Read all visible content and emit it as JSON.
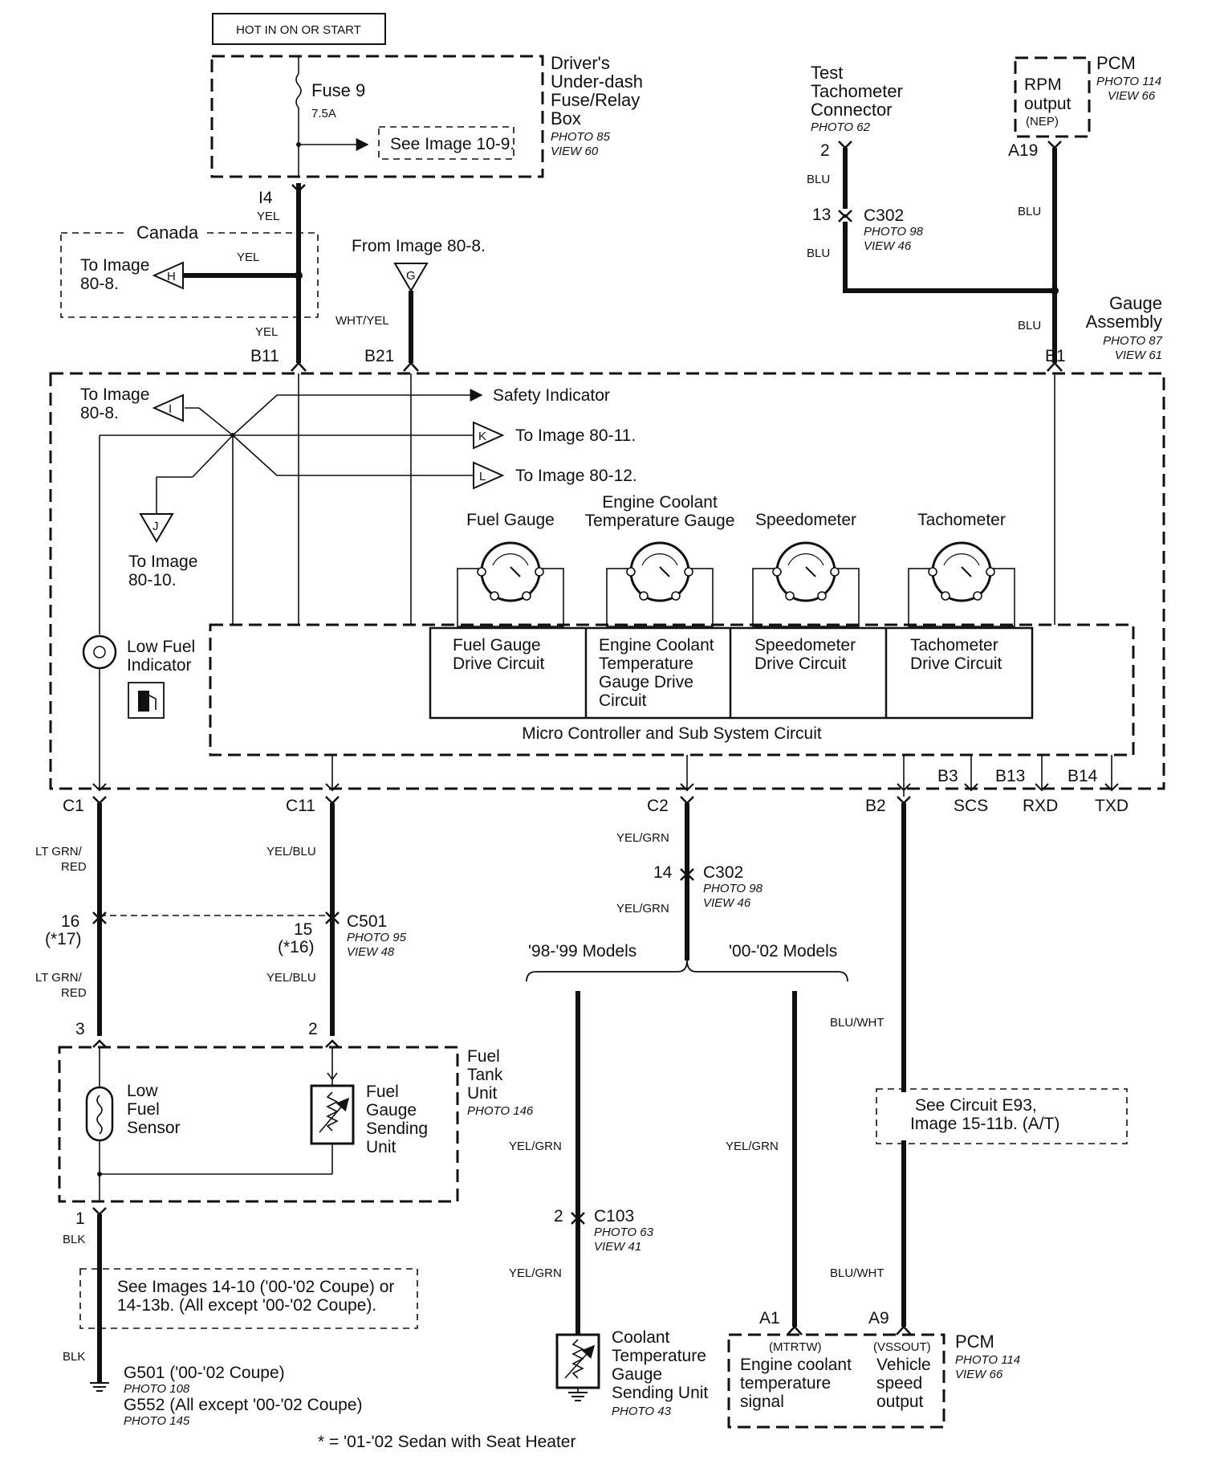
{
  "header": {
    "power_label": "HOT IN ON OR START"
  },
  "fuse_box": {
    "fuse_name": "Fuse 9",
    "fuse_rating": "7.5A",
    "see_ref": "See Image 10-9.",
    "name_lines": [
      "Driver's",
      "Under-dash",
      "Fuse/Relay",
      "Box"
    ],
    "photo": "PHOTO 85",
    "view": "VIEW 60"
  },
  "canada": {
    "label": "Canada",
    "to_image": [
      "To Image",
      "80-8."
    ],
    "flag": "H",
    "wire": "YEL"
  },
  "left_feed": {
    "pin_top": "I4",
    "wire_top": "YEL",
    "wire_bottom": "YEL",
    "pin": "B11"
  },
  "from_image": {
    "label": "From Image 80-8.",
    "flag": "G",
    "wire": "WHT/YEL",
    "pin": "B21"
  },
  "tach_connector": {
    "name_lines": [
      "Test",
      "Tachometer",
      "Connector"
    ],
    "photo": "PHOTO 62",
    "pin": "2",
    "wire_top": "BLU",
    "conn_pin": "13",
    "conn_name": "C302",
    "conn_photo": "PHOTO 98",
    "conn_view": "VIEW 46",
    "wire_bottom": "BLU"
  },
  "pcm_top": {
    "box_lines": [
      "RPM",
      "output"
    ],
    "signal": "(NEP)",
    "name": "PCM",
    "photo": "PHOTO 114",
    "view": "VIEW 66",
    "pin": "A19",
    "wire": "BLU"
  },
  "gauge_assembly": {
    "name_lines": [
      "Gauge",
      "Assembly"
    ],
    "photo": "PHOTO 87",
    "view": "VIEW 61",
    "wire": "BLU",
    "pin": "B1"
  },
  "inside": {
    "safety": "Safety Indicator",
    "to_i": [
      "To Image",
      "80-8."
    ],
    "flag_i": "I",
    "flag_k": "K",
    "to_k": "To Image 80-11.",
    "flag_l": "L",
    "to_l": "To Image 80-12.",
    "flag_j": "J",
    "to_j": [
      "To Image",
      "80-10."
    ],
    "low_fuel_indicator": [
      "Low Fuel",
      "Indicator"
    ],
    "gauges": [
      {
        "label": [
          "Fuel Gauge"
        ]
      },
      {
        "label": [
          "Engine Coolant",
          "Temperature Gauge"
        ]
      },
      {
        "label": [
          "Speedometer"
        ]
      },
      {
        "label": [
          "Tachometer"
        ]
      }
    ],
    "drives": [
      {
        "label": [
          "Fuel Gauge",
          "Drive Circuit"
        ]
      },
      {
        "label": [
          "Engine Coolant",
          "Temperature",
          "Gauge Drive",
          "Circuit"
        ]
      },
      {
        "label": [
          "Speedometer",
          "Drive Circuit"
        ]
      },
      {
        "label": [
          "Tachometer",
          "Drive Circuit"
        ]
      }
    ],
    "micro": "Micro Controller and Sub System Circuit"
  },
  "bottom_pins": {
    "c1": "C1",
    "c11": "C11",
    "c2": "C2",
    "b2": "B2",
    "b3": "B3",
    "b13": "B13",
    "b14": "B14",
    "scs": "SCS",
    "rxd": "RXD",
    "txd": "TXD"
  },
  "c501": {
    "wire_c1": [
      "LT GRN/",
      "RED"
    ],
    "wire_c11": "YEL/BLU",
    "pin_left": "16",
    "pin_left_alt": "(*17)",
    "pin_right": "15",
    "pin_right_alt": "(*16)",
    "name": "C501",
    "photo": "PHOTO 95",
    "view": "VIEW 48",
    "wire_c1_below": [
      "LT GRN/",
      "RED"
    ],
    "wire_c11_below": "YEL/BLU"
  },
  "fuel_tank": {
    "pin_left": "3",
    "pin_right": "2",
    "name_lines": [
      "Fuel",
      "Tank",
      "Unit"
    ],
    "photo": "PHOTO 146",
    "sensor": [
      "Low",
      "Fuel",
      "Sensor"
    ],
    "sender": [
      "Fuel",
      "Gauge",
      "Sending",
      "Unit"
    ],
    "pin_bottom": "1",
    "wire_bottom": "BLK"
  },
  "ground": {
    "see": [
      "See Images 14-10 ('00-'02 Coupe) or",
      "14-13b. (All except '00-'02 Coupe)."
    ],
    "wire": "BLK",
    "g501": "G501 ('00-'02 Coupe)",
    "g501_photo": "PHOTO 108",
    "g552": "G552 (All except '00-'02 Coupe)",
    "g552_photo": "PHOTO 145"
  },
  "footnote": "* = '01-'02 Sedan with Seat Heater",
  "c2_branch": {
    "wire_top": "YEL/GRN",
    "pin": "14",
    "name": "C302",
    "photo": "PHOTO 98",
    "view": "VIEW 46",
    "wire_below": "YEL/GRN",
    "models_98": "'98-'99 Models",
    "models_00": "'00-'02 Models",
    "wire_left": "YEL/GRN",
    "wire_right": "YEL/GRN",
    "c103_pin": "2",
    "c103_name": "C103",
    "c103_photo": "PHOTO 63",
    "c103_view": "VIEW 41",
    "wire_left_below": "YEL/GRN",
    "sender": [
      "Coolant",
      "Temperature",
      "Gauge",
      "Sending Unit"
    ],
    "sender_photo": "PHOTO 43"
  },
  "b2_branch": {
    "wire": "BLU/WHT",
    "see": [
      "See Circuit E93,",
      "Image 15-11b. (A/T)"
    ],
    "wire_below": "BLU/WHT"
  },
  "pcm_bottom": {
    "pin_a1": "A1",
    "pin_a9": "A9",
    "sig1": "(MTRTW)",
    "sig1_lines": [
      "Engine coolant",
      "temperature",
      "signal"
    ],
    "sig2": "(VSSOUT)",
    "sig2_lines": [
      "Vehicle",
      "speed",
      "output"
    ],
    "name": "PCM",
    "photo": "PHOTO 114",
    "view": "VIEW 66"
  }
}
